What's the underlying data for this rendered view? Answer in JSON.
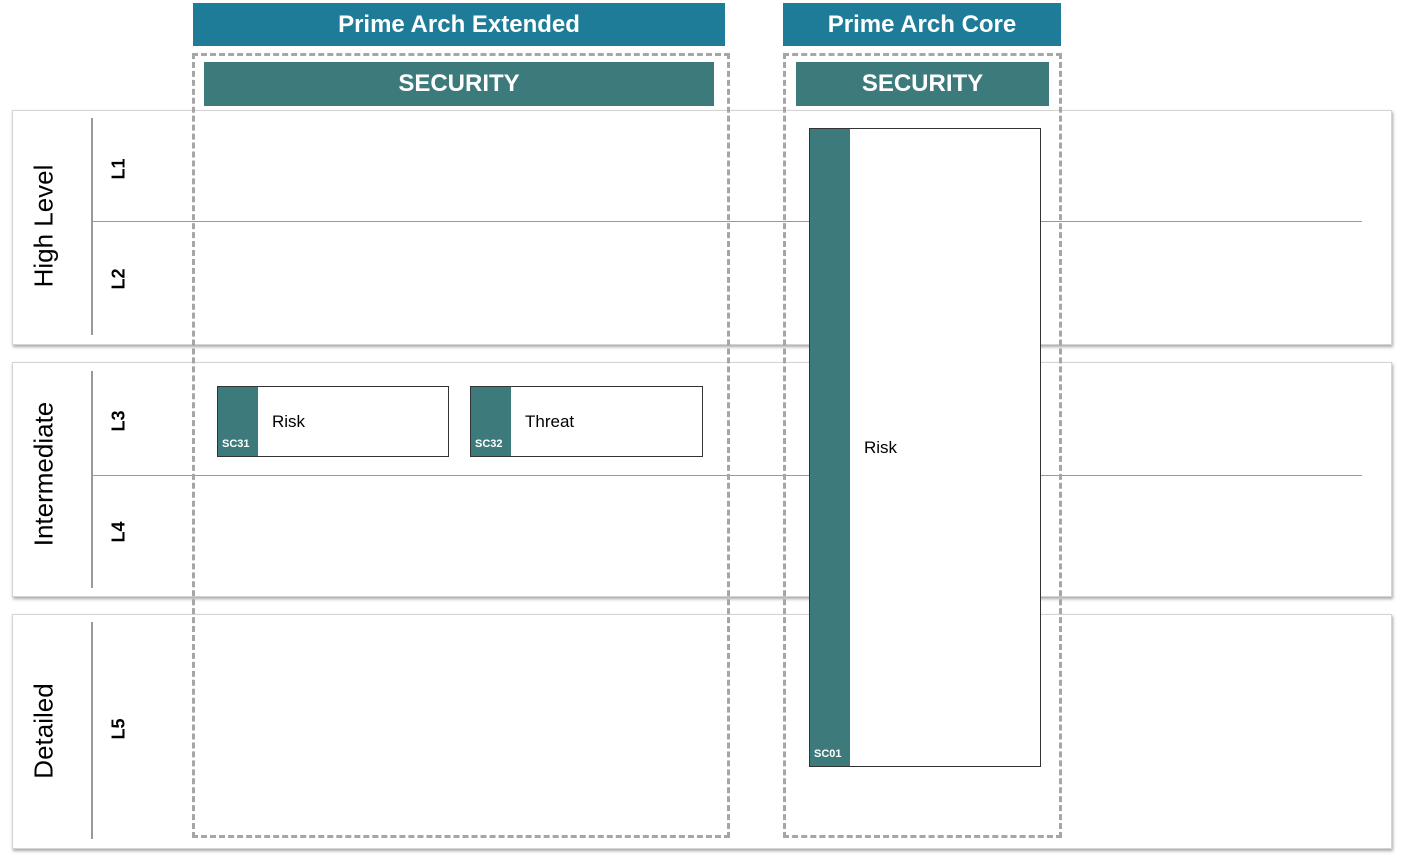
{
  "bands": [
    {
      "label": "High Level",
      "levels": [
        "L1",
        "L2"
      ]
    },
    {
      "label": "Intermediate",
      "levels": [
        "L3",
        "L4"
      ]
    },
    {
      "label": "Detailed",
      "levels": [
        "L5"
      ]
    }
  ],
  "groups": [
    {
      "title": "Prime Arch Extended",
      "domain": "SECURITY"
    },
    {
      "title": "Prime Arch Core",
      "domain": "SECURITY"
    }
  ],
  "capabilities": [
    {
      "code": "SC31",
      "name": "Risk"
    },
    {
      "code": "SC32",
      "name": "Threat"
    },
    {
      "code": "SC01",
      "name": "Risk"
    }
  ],
  "colors": {
    "group_header": "#1f7c99",
    "domain_header": "#3d7a7c",
    "capability_strip": "#3d7a7c",
    "dashed_border": "#a6a6a6"
  }
}
